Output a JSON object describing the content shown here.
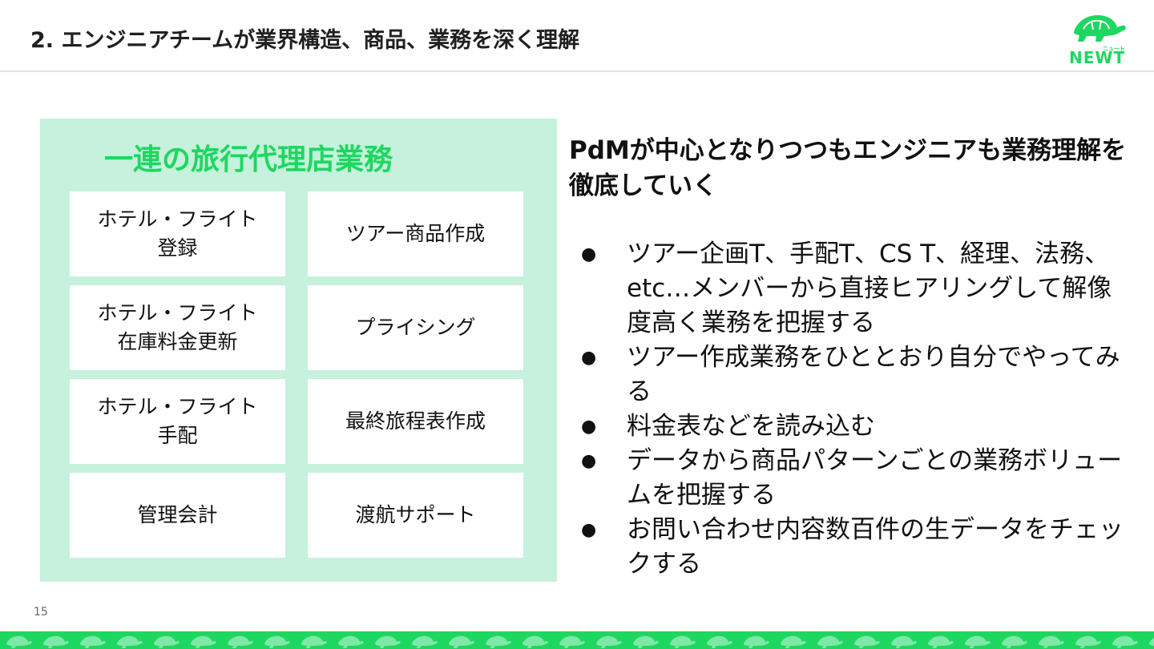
{
  "header": {
    "title": "2. エンジニアチームが業界構造、商品、業務を深く理解",
    "logo_kana": "ニュート",
    "logo_word": "NEWT"
  },
  "left_panel": {
    "title": "一連の旅行代理店業務",
    "cards": [
      "ホテル・フライト\n登録",
      "ツアー商品作成",
      "ホテル・フライト\n在庫料金更新",
      "プライシング",
      "ホテル・フライト\n手配",
      "最終旅程表作成",
      "管理会計",
      "渡航サポート"
    ]
  },
  "right": {
    "heading": "PdMが中心となりつつもエンジニアも業務理解を徹底していく",
    "bullets": [
      "ツアー企画T、手配T、CS T、経理、法務、etc…メンバーから直接ヒアリングして解像度高く業務を把握する",
      "ツアー作成業務をひととおり自分でやってみる",
      "料金表などを読み込む",
      "データから商品パターンごとの業務ボリュームを把握する",
      "お問い合わせ内容数百件の生データをチェックする"
    ]
  },
  "page_number": "15",
  "colors": {
    "brand_green": "#1ed760",
    "panel_bg": "#c6f1dc",
    "text": "#111111"
  }
}
